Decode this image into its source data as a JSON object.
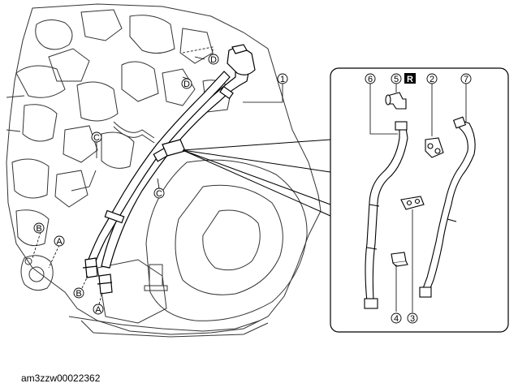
{
  "callouts": {
    "num1": "1",
    "num2": "2",
    "num3": "3",
    "num4": "4",
    "num5": "5",
    "num6": "6",
    "num7": "7",
    "badge": "R",
    "letterA": "A",
    "letterB": "B",
    "letterC": "C",
    "letterD": "D"
  },
  "figure_code": "am3zzw00022362"
}
